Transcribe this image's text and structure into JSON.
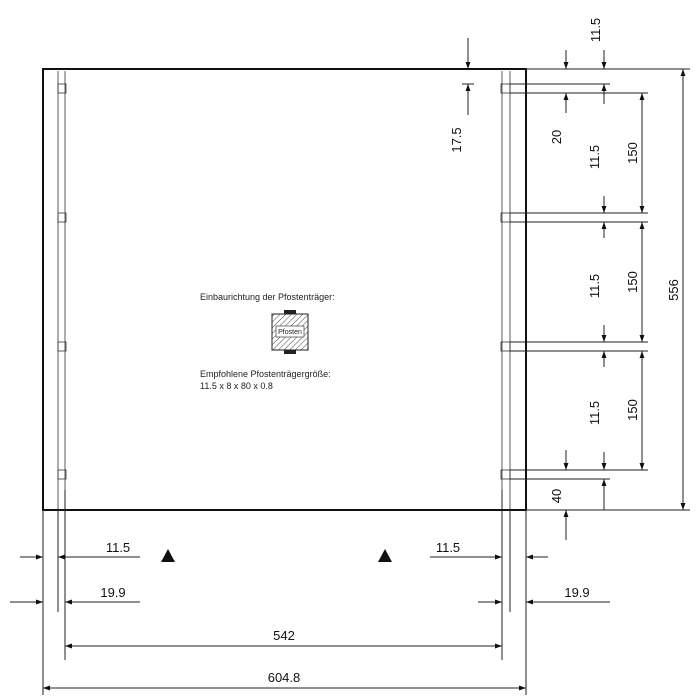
{
  "labels": {
    "top_11_5": "11.5",
    "gap_20": "20",
    "gap_17_5": "17.5",
    "slot_11_5_a": "11.5",
    "slot_11_5_b": "11.5",
    "slot_11_5_c": "11.5",
    "span_150_a": "150",
    "span_150_b": "150",
    "span_150_c": "150",
    "total_height": "556",
    "bottom_40": "40",
    "left_11_5": "11.5",
    "right_11_5": "11.5",
    "left_19_9": "19.9",
    "right_19_9": "19.9",
    "inner_width": "542",
    "total_width": "604.8"
  },
  "notes": {
    "install_direction": "Einbaurichtung der Pfostenträger:",
    "post_label": "Pfosten",
    "recommended_title": "Empfohlene Pfostenträgergröße:",
    "recommended_size": "11.5 x 8 x 80 x 0.8"
  }
}
